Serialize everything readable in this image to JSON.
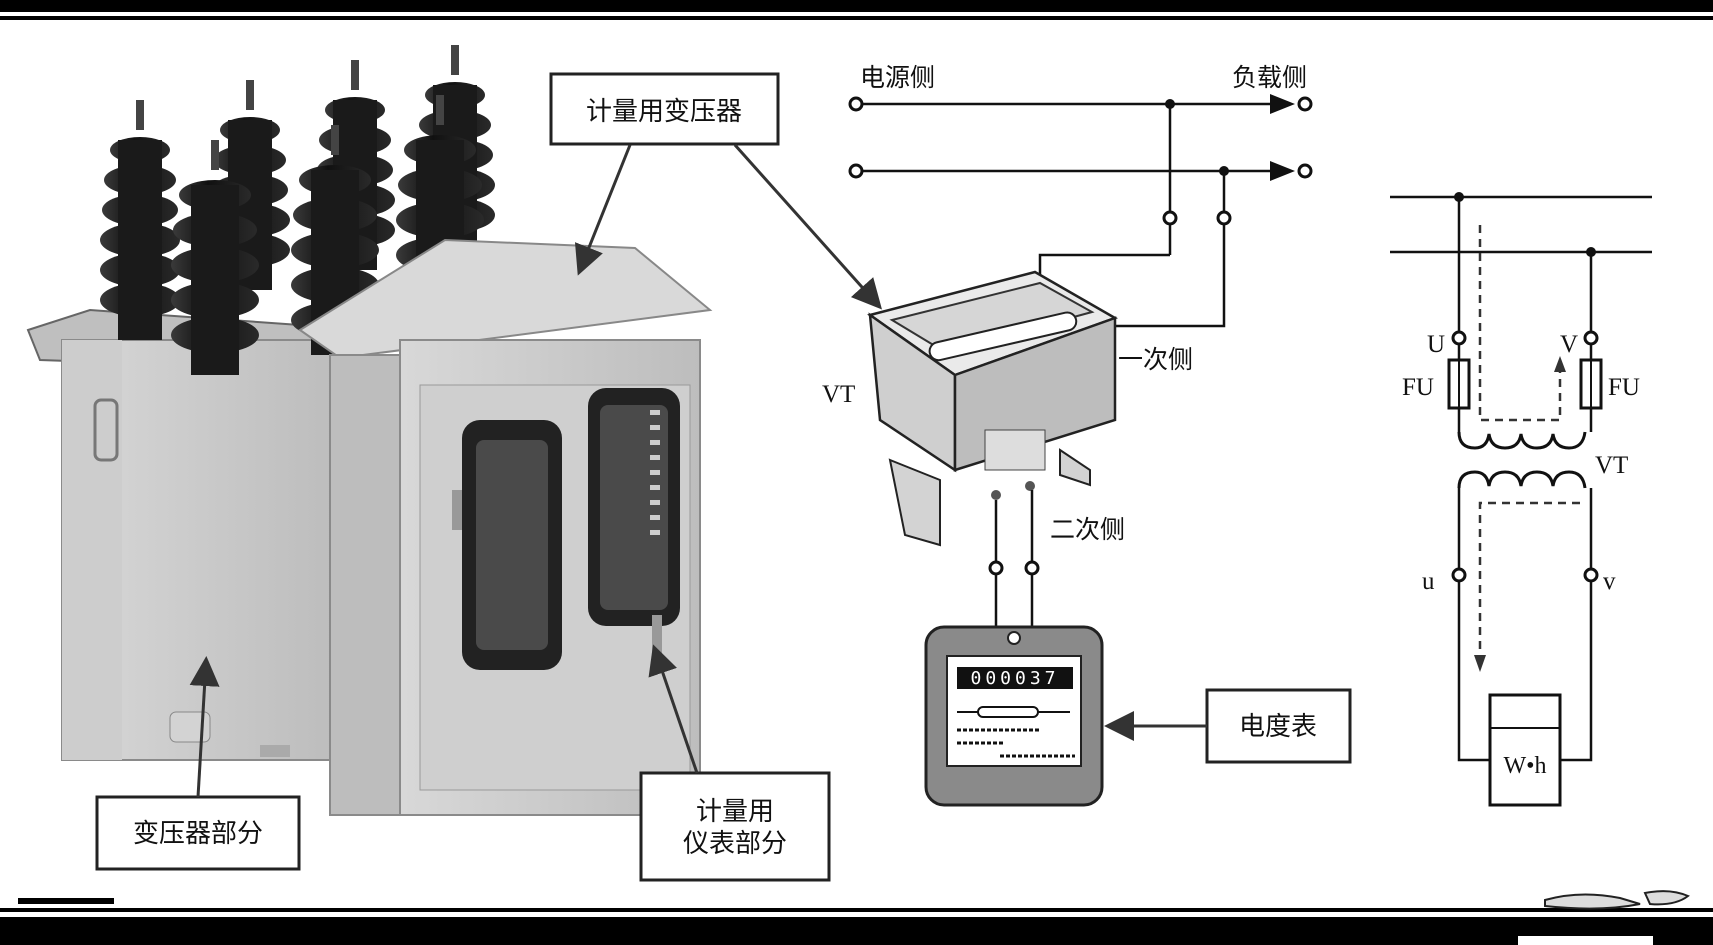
{
  "labels": {
    "meter_transformer": "计量用变压器",
    "transformer_part": "变压器部分",
    "meter_part_line1": "计量用",
    "meter_part_line2": "仪表部分",
    "source_side": "电源侧",
    "load_side": "负载侧",
    "primary_side": "一次侧",
    "secondary_side": "二次侧",
    "watt_hour_meter": "电度表",
    "vt_left": "VT",
    "vt_right": "VT",
    "terminal_U": "U",
    "terminal_V": "V",
    "fuse_left": "FU",
    "fuse_right": "FU",
    "terminal_u": "u",
    "terminal_v": "v",
    "meter_symbol": "W•h",
    "meter_reading": "000037"
  },
  "colors": {
    "frame": "#000000",
    "line": "#111111",
    "cabinet": "#c9c9c9",
    "insulator": "#1c1c1c",
    "meter_body": "#8a8a8a"
  }
}
